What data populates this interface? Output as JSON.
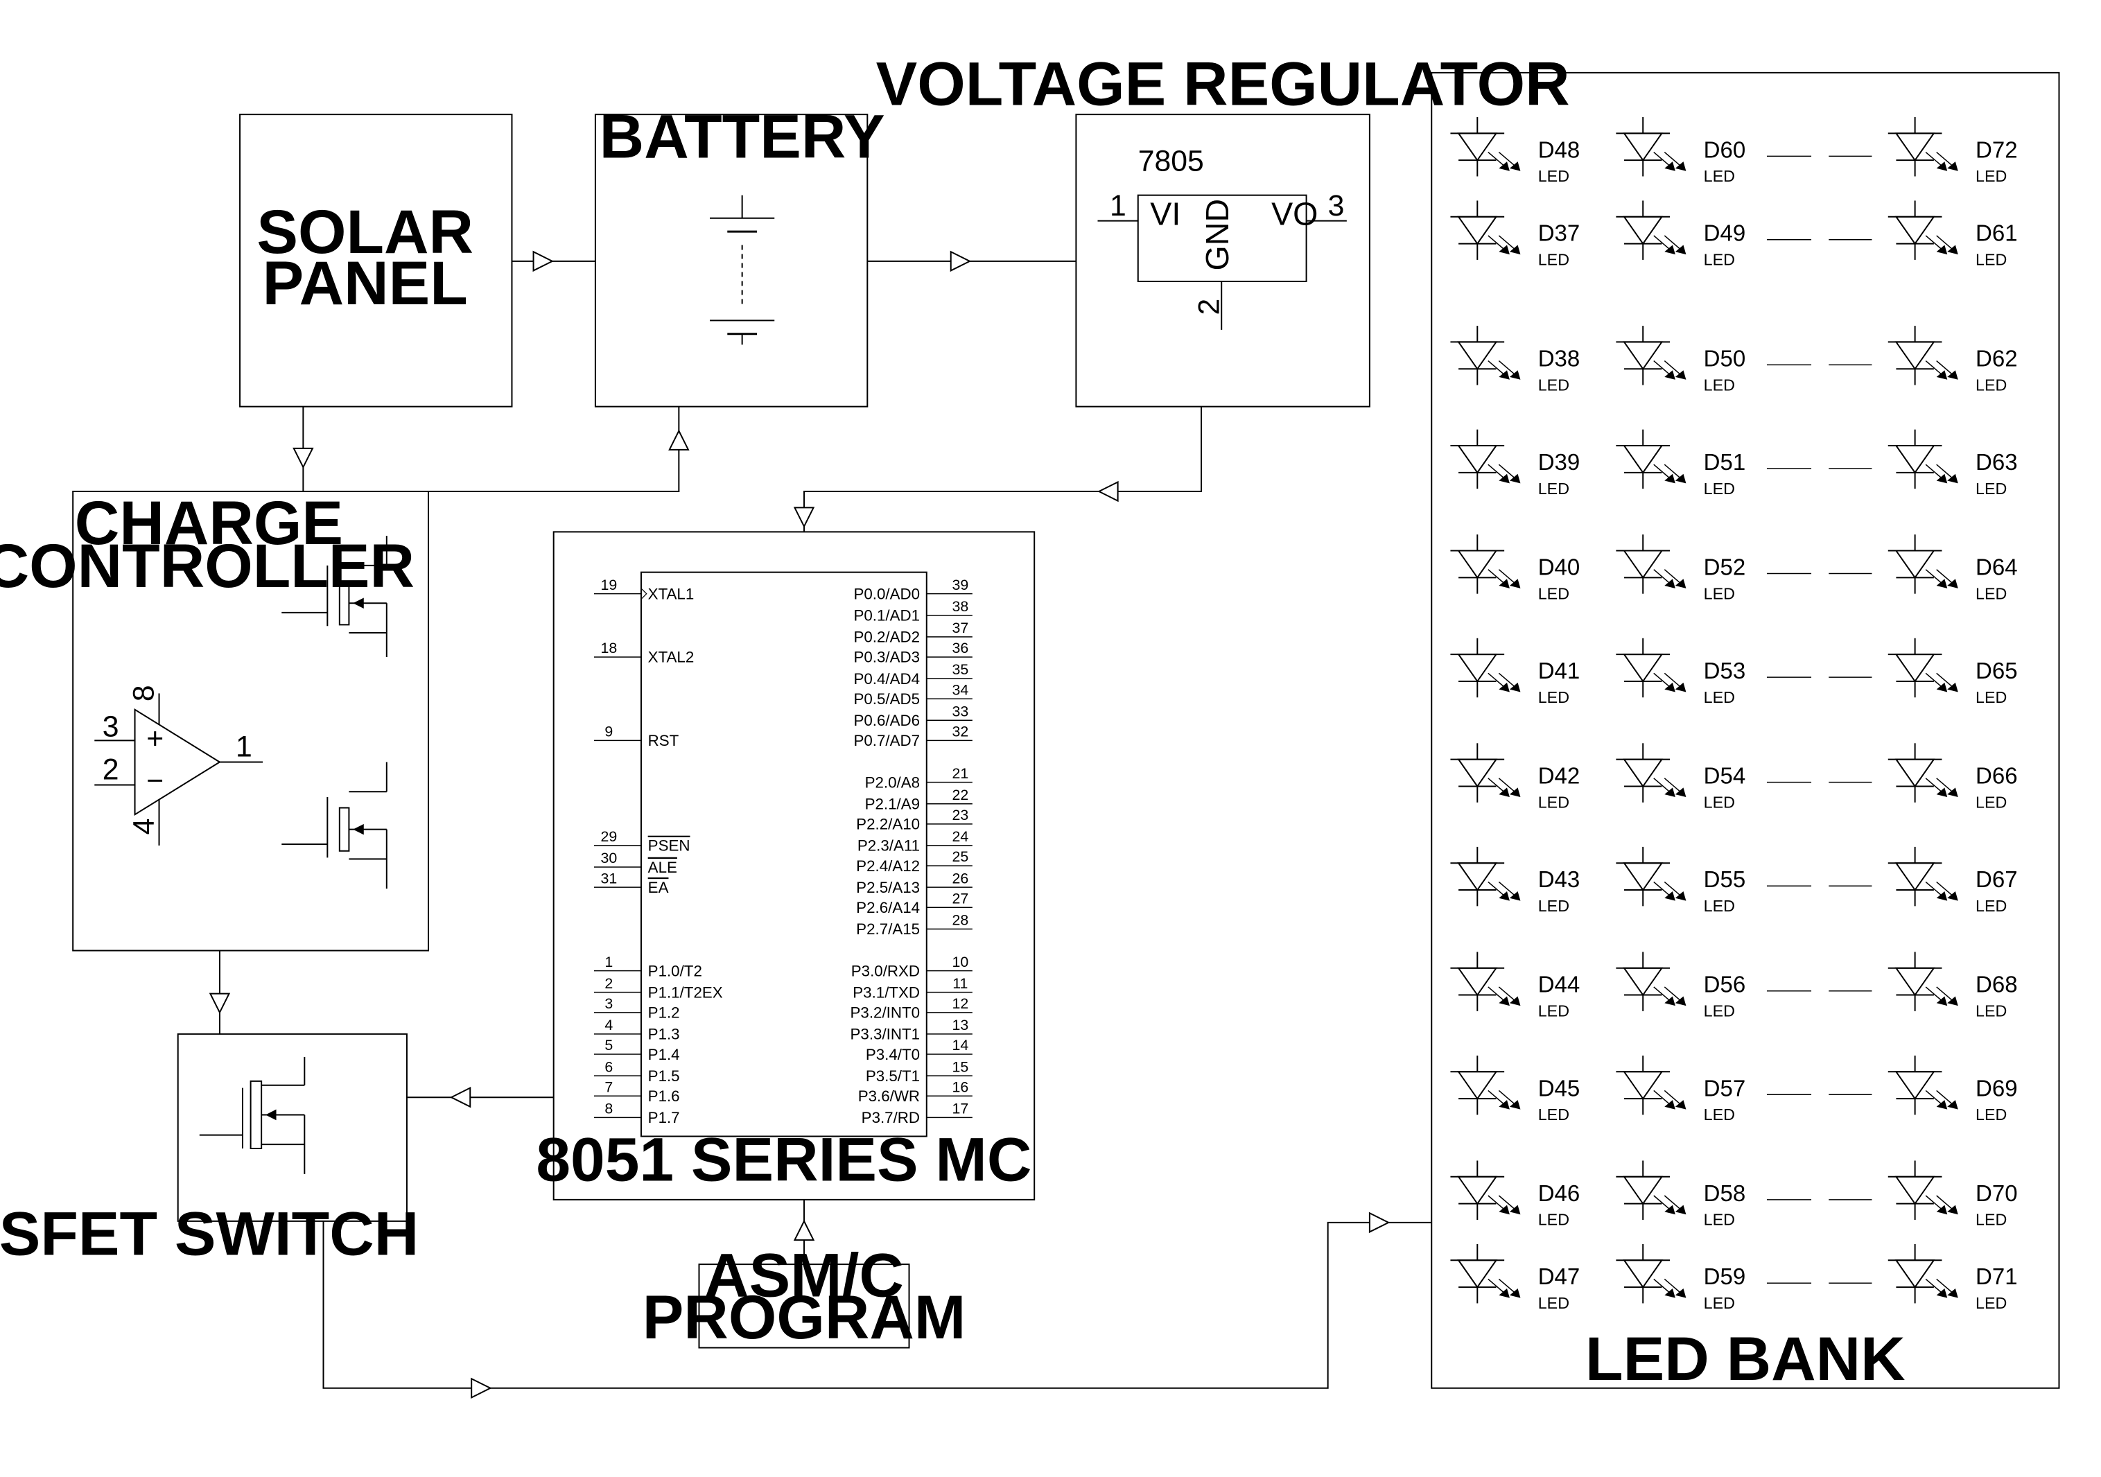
{
  "blocks": {
    "solar_panel": [
      "SOLAR",
      "PANEL"
    ],
    "battery": "BATTERY",
    "voltage_regulator": "VOLTAGE REGULATOR",
    "charge_controller": [
      "CHARGE",
      "CONTROLLER"
    ],
    "mcu": "8051 SERIES MC",
    "mosfet_switch": "MOSFET SWITCH",
    "program": [
      "ASM/C",
      "PROGRAM"
    ],
    "led_bank": "LED BANK"
  },
  "regulator": {
    "part": "7805",
    "vi": "VI",
    "vo": "VO",
    "gnd": "GND",
    "pin_in": "1",
    "pin_out": "3",
    "pin_gnd": "2"
  },
  "opamp": {
    "pin_plus": "3",
    "pin_minus": "2",
    "pin_out": "1",
    "pin_vcc": "8",
    "pin_gnd": "4",
    "plus_sign": "+",
    "minus_sign": "−"
  },
  "mcu_pins": {
    "left": [
      {
        "num": "19",
        "name": "XTAL1"
      },
      {
        "num": "18",
        "name": "XTAL2"
      },
      {
        "num": "9",
        "name": "RST"
      },
      {
        "num": "29",
        "name": "PSEN"
      },
      {
        "num": "30",
        "name": "ALE"
      },
      {
        "num": "31",
        "name": "EA"
      },
      {
        "num": "1",
        "name": "P1.0/T2"
      },
      {
        "num": "2",
        "name": "P1.1/T2EX"
      },
      {
        "num": "3",
        "name": "P1.2"
      },
      {
        "num": "4",
        "name": "P1.3"
      },
      {
        "num": "5",
        "name": "P1.4"
      },
      {
        "num": "6",
        "name": "P1.5"
      },
      {
        "num": "7",
        "name": "P1.6"
      },
      {
        "num": "8",
        "name": "P1.7"
      }
    ],
    "right": [
      {
        "num": "39",
        "name": "P0.0/AD0"
      },
      {
        "num": "38",
        "name": "P0.1/AD1"
      },
      {
        "num": "37",
        "name": "P0.2/AD2"
      },
      {
        "num": "36",
        "name": "P0.3/AD3"
      },
      {
        "num": "35",
        "name": "P0.4/AD4"
      },
      {
        "num": "34",
        "name": "P0.5/AD5"
      },
      {
        "num": "33",
        "name": "P0.6/AD6"
      },
      {
        "num": "32",
        "name": "P0.7/AD7"
      },
      {
        "num": "21",
        "name": "P2.0/A8"
      },
      {
        "num": "22",
        "name": "P2.1/A9"
      },
      {
        "num": "23",
        "name": "P2.2/A10"
      },
      {
        "num": "24",
        "name": "P2.3/A11"
      },
      {
        "num": "25",
        "name": "P2.4/A12"
      },
      {
        "num": "26",
        "name": "P2.5/A13"
      },
      {
        "num": "27",
        "name": "P2.6/A14"
      },
      {
        "num": "28",
        "name": "P2.7/A15"
      },
      {
        "num": "10",
        "name": "P3.0/RXD"
      },
      {
        "num": "11",
        "name": "P3.1/TXD"
      },
      {
        "num": "12",
        "name": "P3.2/INT0"
      },
      {
        "num": "13",
        "name": "P3.3/INT1"
      },
      {
        "num": "14",
        "name": "P3.4/T0"
      },
      {
        "num": "15",
        "name": "P3.5/T1"
      },
      {
        "num": "16",
        "name": "P3.6/WR"
      },
      {
        "num": "17",
        "name": "P3.7/RD"
      }
    ]
  },
  "led_bank": {
    "value_label": "LED",
    "rows": [
      [
        "D48",
        "D60",
        "D72"
      ],
      [
        "D37",
        "D49",
        "D61"
      ],
      [
        "D38",
        "D50",
        "D62"
      ],
      [
        "D39",
        "D51",
        "D63"
      ],
      [
        "D40",
        "D52",
        "D64"
      ],
      [
        "D41",
        "D53",
        "D65"
      ],
      [
        "D42",
        "D54",
        "D66"
      ],
      [
        "D43",
        "D55",
        "D67"
      ],
      [
        "D44",
        "D56",
        "D68"
      ],
      [
        "D45",
        "D57",
        "D69"
      ],
      [
        "D46",
        "D58",
        "D70"
      ],
      [
        "D47",
        "D59",
        "D71"
      ]
    ]
  }
}
